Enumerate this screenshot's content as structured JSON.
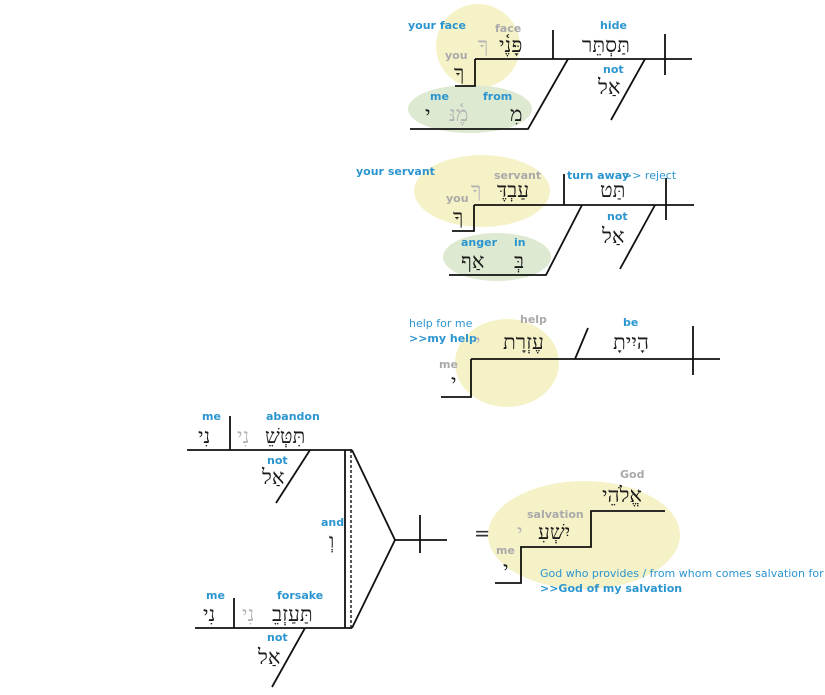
{
  "colors": {
    "gloss_blue": "#2b95cf",
    "grey": "#a9a9a9",
    "yellow_highlight": "#f6f2c8",
    "green_highlight": "#dde9d0",
    "line": "#111111"
  },
  "clause1": {
    "your_face": "your face",
    "face_gloss": "face",
    "face_heb": "פָּנֶ֫י",
    "face_suffix": "ךָ",
    "you_gloss": "you",
    "you_heb": "ךָ",
    "hide_gloss": "hide",
    "hide_heb": "תַּסְתֵּר",
    "not_gloss": "not",
    "not_heb": "אַל",
    "me_gloss": "me",
    "me_heb": "י",
    "from_gloss": "from",
    "from_heb": "מֶ֫נּ",
    "from_prefix": "מִ"
  },
  "clause2": {
    "your_servant": "your servant",
    "servant_gloss": "servant",
    "servant_heb": "עַבְדֶּ",
    "servant_suffix": "ךָ",
    "you_gloss": "you",
    "you_heb": "ךָ",
    "turn_away": "turn away",
    "reject": ">> reject",
    "turn_heb": "תַּט",
    "not_gloss": "not",
    "not_heb": "אַל",
    "anger_gloss": "anger",
    "anger_heb": "אַף",
    "in_gloss": "in",
    "in_heb": "בְּ"
  },
  "clause3": {
    "help_for_me": "help for me",
    "my_help": ">>my help",
    "help_gloss": "help",
    "help_heb": "עֶזְרָת",
    "help_suffix": "י",
    "me_gloss": "me",
    "me_heb": "י",
    "be_gloss": "be",
    "be_heb": "הָיִיתָ"
  },
  "clause4": {
    "me_top_gloss": "me",
    "me_top_heb": "נִי",
    "abandon_gloss": "abandon",
    "abandon_heb": "תִּטְּשֵׁ",
    "abandon_suffix": "נִי",
    "not_top_gloss": "not",
    "not_top_heb": "אַל",
    "and_gloss": "and",
    "and_heb": "וְ",
    "me_bot_gloss": "me",
    "me_bot_heb": "נִי",
    "forsake_gloss": "forsake",
    "forsake_heb": "תַּעַזְבֵ",
    "forsake_suffix": "נִי",
    "not_bot_gloss": "not",
    "not_bot_heb": "אַל",
    "equals": "=",
    "god_gloss": "God",
    "god_heb": "אֱלֹהֵי",
    "salvation_gloss": "salvation",
    "salvation_heb": "יִשְׁעִ",
    "salvation_suffix": "י",
    "me_gloss": "me",
    "me_heb": "י",
    "god_note": "God who provides / from whom comes salvation for me",
    "god_note2": ">>God of my salvation"
  }
}
